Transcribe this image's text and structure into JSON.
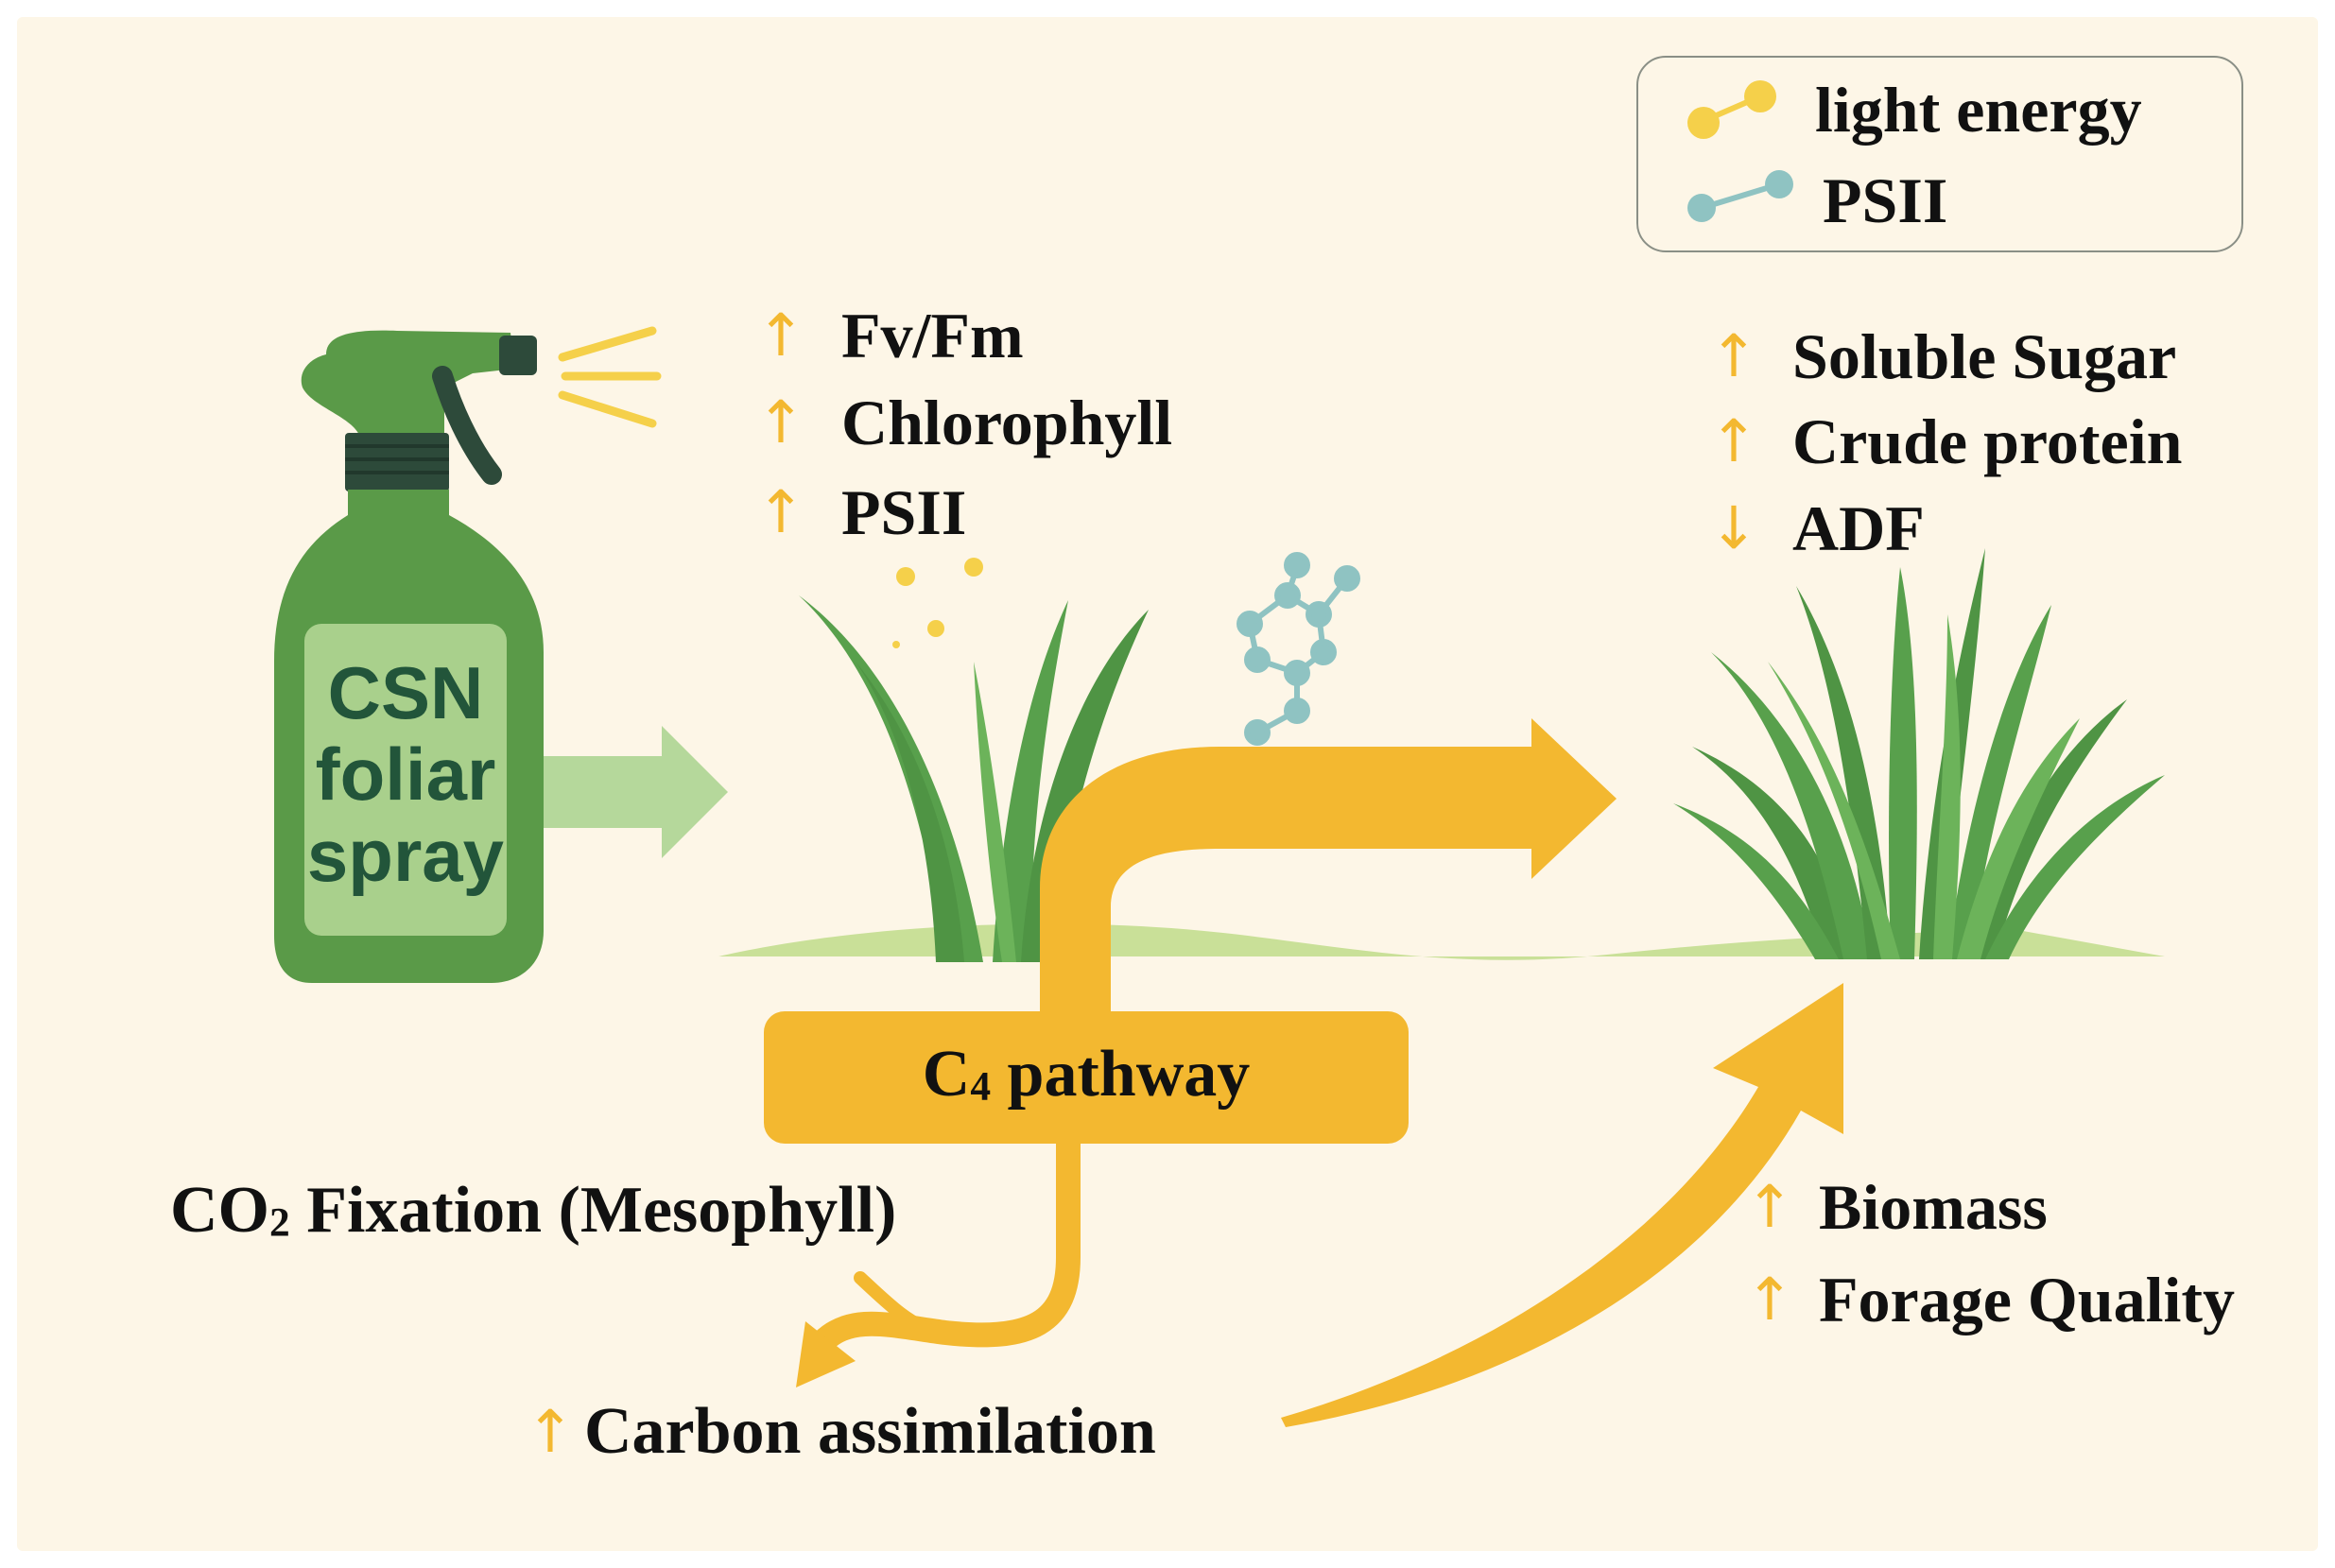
{
  "colors": {
    "background": "#fdf6e7",
    "bottle": "#5a9a48",
    "bottle_label": "#a9d08c",
    "bottle_text": "#22553a",
    "grass": "#58a04c",
    "ground": "#c9e098",
    "pale_arrow": "#b5d89b",
    "gold": "#f3b830",
    "light_dot": "#f5d04a",
    "psii_dot": "#8fc3c2",
    "text": "#111111"
  },
  "spray": {
    "line1": "CSN",
    "line2": "foliar",
    "line3": "spray"
  },
  "legend": {
    "items": [
      {
        "label": "light energy",
        "icon": "yellow-dots-icon"
      },
      {
        "label": "PSII",
        "icon": "teal-dots-icon"
      }
    ]
  },
  "photosynthesis_effects": [
    {
      "label": "Fv/Fm",
      "direction": "up",
      "arrow": "↑"
    },
    {
      "label": "Chlorophyll",
      "direction": "up",
      "arrow": "↑"
    },
    {
      "label": "PSII",
      "direction": "up",
      "arrow": "↑"
    }
  ],
  "quality_effects": [
    {
      "label": "Soluble Sugar",
      "direction": "up",
      "arrow": "↑"
    },
    {
      "label": "Crude protein",
      "direction": "up",
      "arrow": "↑"
    },
    {
      "label": "ADF",
      "direction": "down",
      "arrow": "↓"
    }
  ],
  "yield_effects": [
    {
      "label": "Biomass",
      "direction": "up",
      "arrow": "↑"
    },
    {
      "label": "Forage Quality",
      "direction": "up",
      "arrow": "↑"
    }
  ],
  "pathway": {
    "name": "C",
    "subscript": "4",
    "suffix": " pathway"
  },
  "co2": {
    "prefix": "CO",
    "subscript": "2",
    "suffix": " Fixation (Mesophyll)"
  },
  "carbon": {
    "arrow": "↑",
    "label": "Carbon assimilation"
  }
}
